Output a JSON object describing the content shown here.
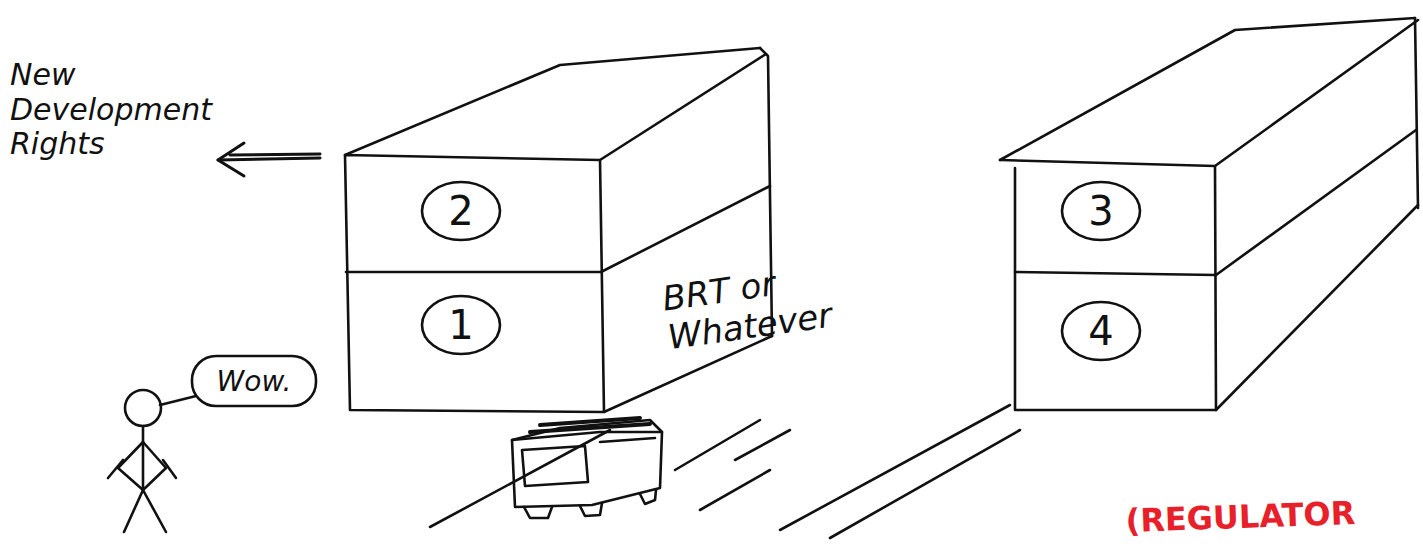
{
  "diagram": {
    "nodes": [
      {
        "text": [
          "2"
        ]
      },
      {
        "text": [
          "3"
        ]
      },
      {
        "text": [
          "1"
        ]
      },
      {
        "text": [
          "4"
        ]
      },
      {
        "text": [
          "Wow."
        ]
      }
    ],
    "labels": [
      "New Development Rights",
      "BRT or Whatever",
      "(REGULATOR"
    ]
  }
}
